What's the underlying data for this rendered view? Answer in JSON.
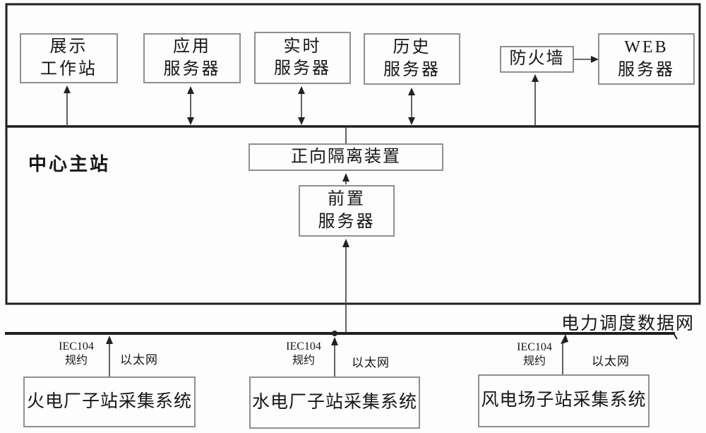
{
  "nodes": {
    "display_workstation": "展示\n工作站",
    "app_server": "应用\n服务器",
    "realtime_server": "实时\n服务器",
    "history_server": "历史\n服务器",
    "firewall": "防火墙",
    "web_server": "WEB\n服务器",
    "isolation_device": "正向隔离装置",
    "front_server": "前置\n服务器",
    "thermal_substation": "火电厂子站采集系统",
    "hydro_substation": "水电厂子站采集系统",
    "wind_substation": "风电场子站采集系统"
  },
  "labels": {
    "center_station": "中心主站",
    "dispatch_network": "电力调度数据网",
    "iec104_left": "IEC104\n规约",
    "ethernet_left": "以太网",
    "iec104_middle": "IEC104\n规约",
    "ethernet_middle": "以太网",
    "iec104_right": "IEC104\n规约",
    "ethernet_right": "以太网"
  },
  "colors": {
    "strong_line": "#1f1f1f",
    "connector_line": "#3c3c3c",
    "box_border": "#8f8f8f",
    "background": "#fdfdfd",
    "text": "#161616"
  }
}
